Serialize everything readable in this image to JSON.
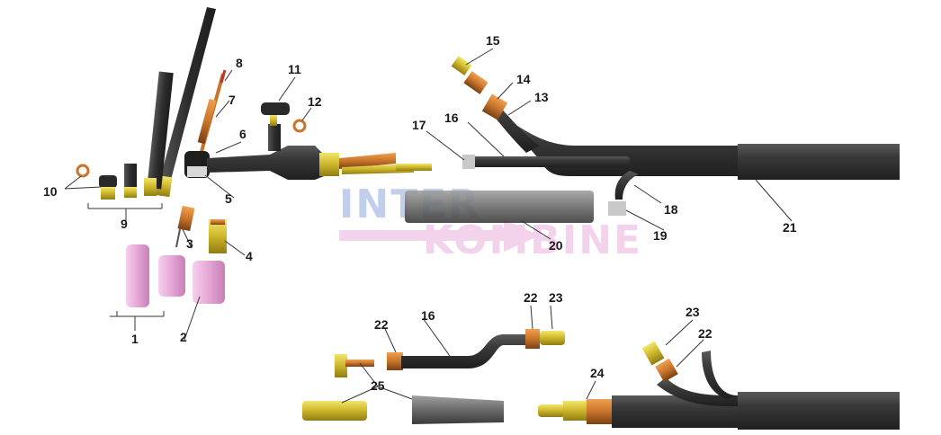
{
  "watermark": {
    "line1": "INTER",
    "line2": "KOMBINE"
  },
  "part_labels": {
    "p1": "1",
    "p2": "2",
    "p3": "3",
    "p4": "4",
    "p5": "5",
    "p6": "6",
    "p7": "7",
    "p8": "8",
    "p9": "9",
    "p10": "10",
    "p11": "11",
    "p12": "12",
    "p13": "13",
    "p14": "14",
    "p15": "15",
    "p16a": "16",
    "p16b": "16",
    "p17": "17",
    "p18": "18",
    "p19": "19",
    "p20": "20",
    "p21": "21",
    "p22a": "22",
    "p22b": "22",
    "p22c": "22",
    "p23a": "23",
    "p23b": "23",
    "p24": "24",
    "p25": "25"
  },
  "colors": {
    "cable": "#2e2e2e",
    "brass": "#d4c23a",
    "copper": "#c8742a",
    "ceramic": "#e6a6d6",
    "watermark_blue": "#aebfe6",
    "watermark_pink": "#f0c4e6"
  }
}
